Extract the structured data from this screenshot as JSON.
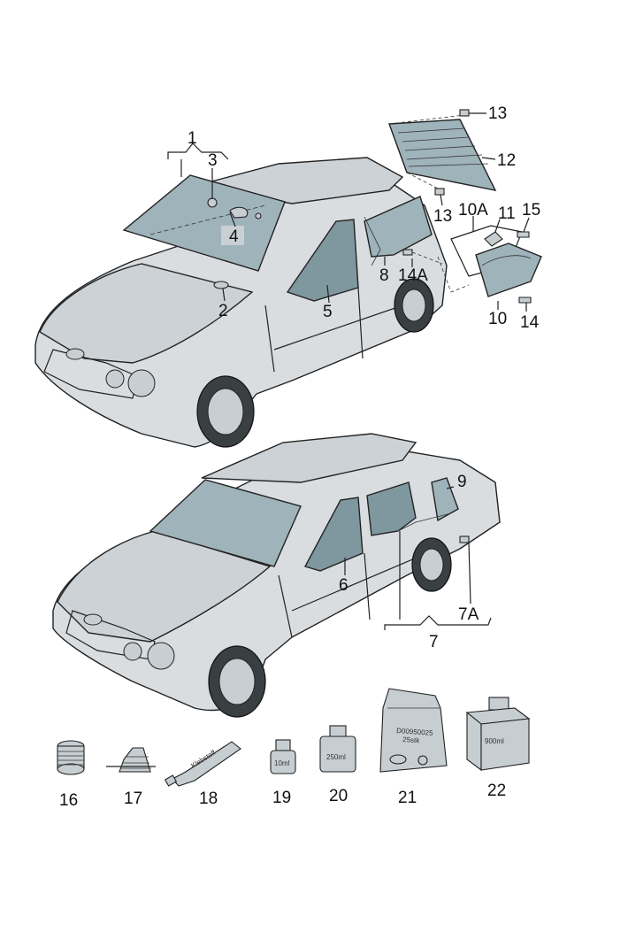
{
  "callouts": {
    "c1": "1",
    "c2": "2",
    "c3": "3",
    "c4": "4",
    "c5": "5",
    "c6": "6",
    "c7": "7",
    "c7a": "7A",
    "c8": "8",
    "c9": "9",
    "c10": "10",
    "c10a": "10A",
    "c11": "11",
    "c12": "12",
    "c13a": "13",
    "c13b": "13",
    "c14": "14",
    "c14a": "14A",
    "c15": "15",
    "c16": "16",
    "c17": "17",
    "c18": "18",
    "c19": "19",
    "c20": "20",
    "c21": "21",
    "c22": "22"
  },
  "packaging": {
    "tube": "Klebstoff",
    "bottle_small": "10ml",
    "can": "250ml",
    "bag_line1": "D00950025",
    "bag_line2": "25stk",
    "box": "900ml"
  },
  "colors": {
    "glass": "#9fb3ba",
    "body": "#d9dde0",
    "line": "#222222"
  }
}
